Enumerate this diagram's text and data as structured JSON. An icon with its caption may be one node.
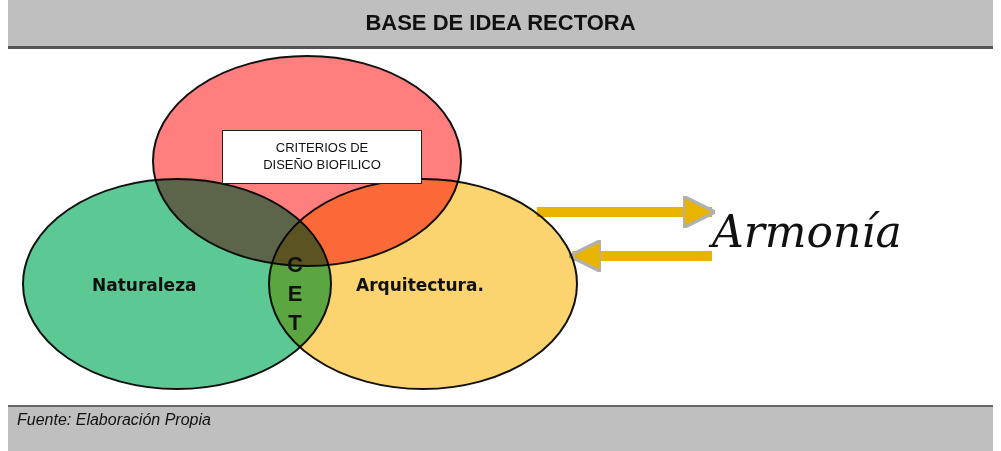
{
  "diagram": {
    "title": "BASE DE IDEA RECTORA",
    "caption": "Fuente: Elaboración Propia",
    "nodes": [
      {
        "text": [],
        "shape": "circle"
      },
      {
        "text": [
          "CRITERIOS DE DISEÑO BIOFILICO"
        ],
        "in": 0
      },
      {
        "text": [
          "Naturaleza"
        ]
      },
      {
        "text": [
          "Arquitectura."
        ]
      },
      {
        "text": [
          "Armonía"
        ]
      }
    ],
    "edges": [
      {
        "from": 3,
        "to": 4,
        "arrow": "to"
      },
      {
        "from": 4,
        "to": 3,
        "arrow": "to"
      }
    ],
    "labels": [
      "C E T"
    ]
  }
}
